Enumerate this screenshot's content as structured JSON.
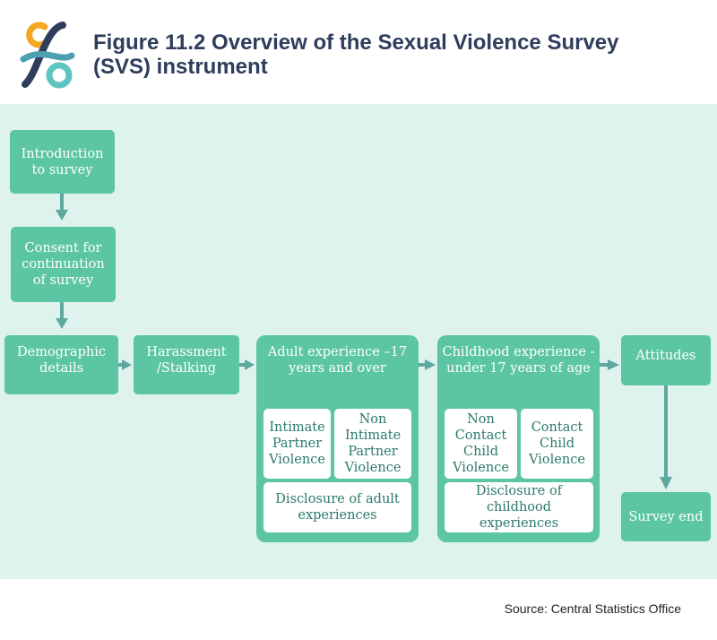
{
  "title": "Figure 11.2 Overview of the Sexual Violence Survey (SVS) instrument",
  "source": "Source: Central Statistics Office",
  "colors": {
    "box": "#5cc5a3",
    "arrow": "#5ea8a0",
    "background": "#dff3ee",
    "title": "#2e3d5c"
  },
  "nodes": {
    "intro": "Introduction to survey",
    "consent": "Consent for continuation of survey",
    "demographic": "Demographic details",
    "harassment": "Harassment /Stalking",
    "adult": {
      "header": "Adult experience –17 years and over",
      "intimate": "Intimate Partner Violence",
      "non_intimate": "Non Intimate Partner Violence",
      "disclosure": "Disclosure of adult experiences"
    },
    "childhood": {
      "header": "Childhood experience - under 17 years of age",
      "non_contact": "Non Contact Child Violence",
      "contact": "Contact Child Violence",
      "disclosure": "Disclosure of childhood experiences"
    },
    "attitudes": "Attitudes",
    "end": "Survey end"
  }
}
